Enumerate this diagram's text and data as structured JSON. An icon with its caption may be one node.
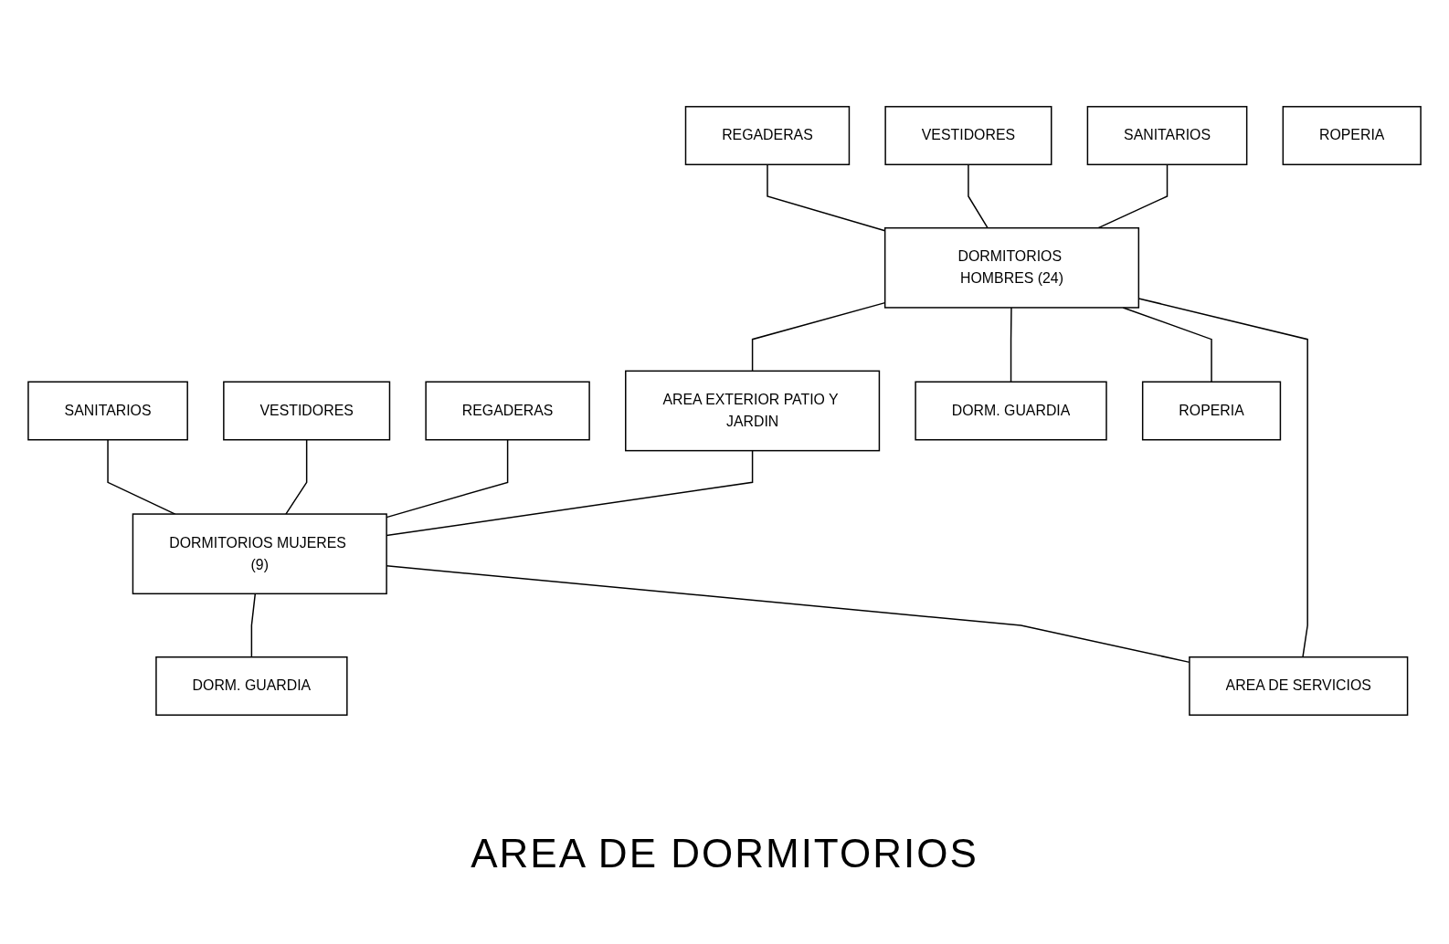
{
  "diagram": {
    "title": "AREA DE DORMITORIOS",
    "nodes": [
      {
        "text": [
          "REGADERAS"
        ]
      },
      {
        "text": [
          "VESTIDORES"
        ]
      },
      {
        "text": [
          "SANITARIOS"
        ]
      },
      {
        "text": [
          "SANITARIOS"
        ]
      },
      {
        "text": [
          "VESTIDORES"
        ]
      },
      {
        "text": [
          "REGADERAS"
        ]
      },
      {
        "text": [
          "DORMITORIOS HOMBRES (24)"
        ]
      },
      {
        "text": [
          "AREA EXTERIOR PATIO Y JARDIN"
        ]
      },
      {
        "text": [
          "DORMITORIOS MUJERES (9)"
        ]
      },
      {
        "text": [
          "DORM. GUARDIA"
        ]
      },
      {
        "text": [
          "DORM. GUARDIA"
        ]
      },
      {
        "text": [
          "ROPERIA"
        ]
      },
      {
        "text": [
          "ROPERIA"
        ]
      },
      {
        "text": [
          "AREA DE SERVICIOS"
        ]
      }
    ],
    "edges": [
      {
        "from": 0,
        "to": 6,
        "arrow": "none"
      },
      {
        "from": 1,
        "to": 6,
        "arrow": "none"
      },
      {
        "from": 2,
        "to": 6,
        "arrow": "none"
      },
      {
        "from": 3,
        "to": 8,
        "arrow": "none"
      },
      {
        "from": 4,
        "to": 8,
        "arrow": "none"
      },
      {
        "from": 5,
        "to": 8,
        "arrow": "none"
      },
      {
        "from": 6,
        "to": 7,
        "arrow": "none"
      },
      {
        "from": 7,
        "to": 8,
        "arrow": "none"
      },
      {
        "from": 6,
        "to": 9,
        "arrow": "none"
      },
      {
        "from": 6,
        "to": 11,
        "arrow": "none"
      },
      {
        "from": 6,
        "to": 13,
        "arrow": "none"
      },
      {
        "from": 8,
        "to": 10,
        "arrow": "none"
      },
      {
        "from": 8,
        "to": 13,
        "arrow": "none"
      }
    ]
  }
}
